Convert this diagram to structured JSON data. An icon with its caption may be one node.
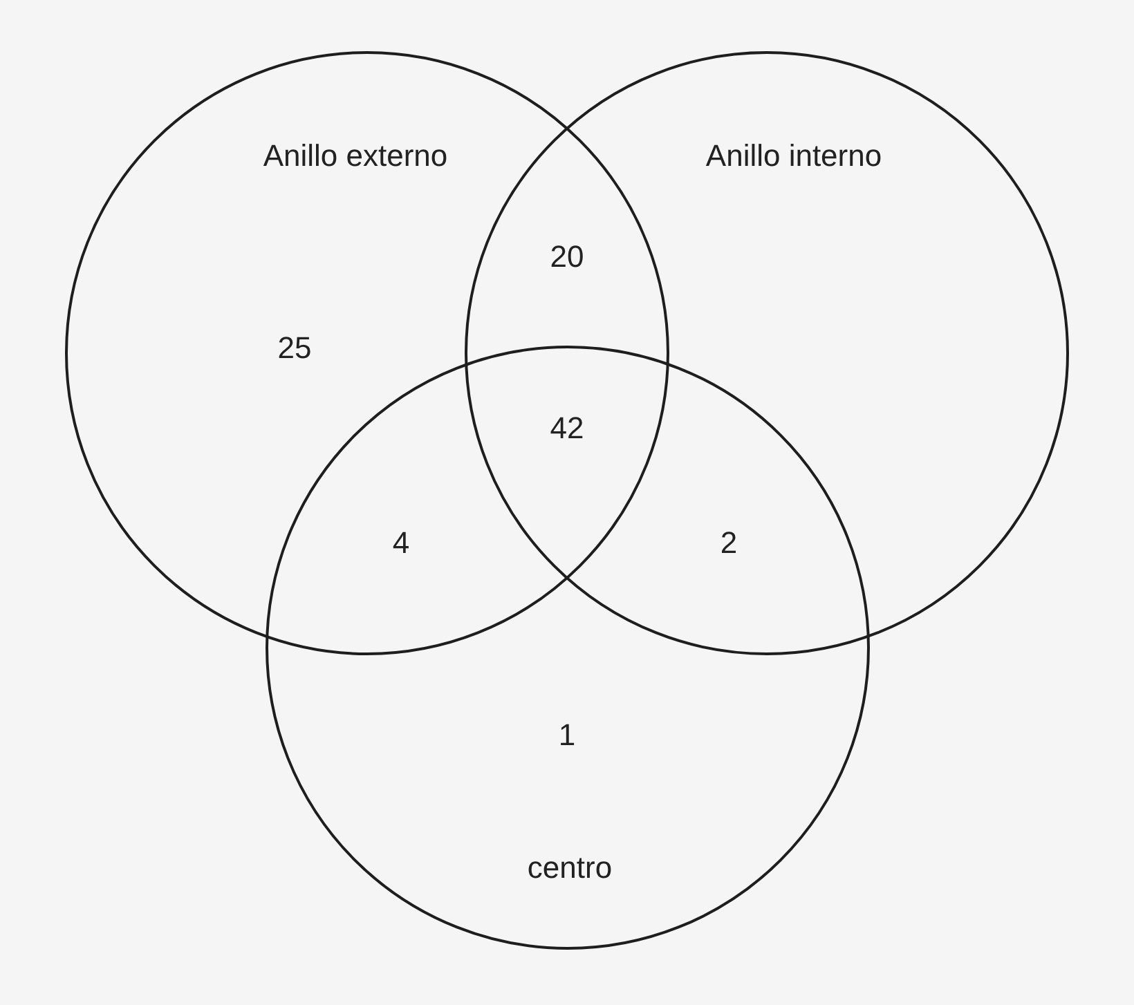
{
  "diagram": {
    "nodes": [
      {
        "text": [
          "Anillo externo"
        ]
      },
      {
        "text": [
          "Anillo interno"
        ]
      },
      {
        "text": [
          "centro"
        ]
      }
    ],
    "labels": [
      "20",
      "25",
      "42",
      "4",
      "2",
      "1"
    ]
  }
}
